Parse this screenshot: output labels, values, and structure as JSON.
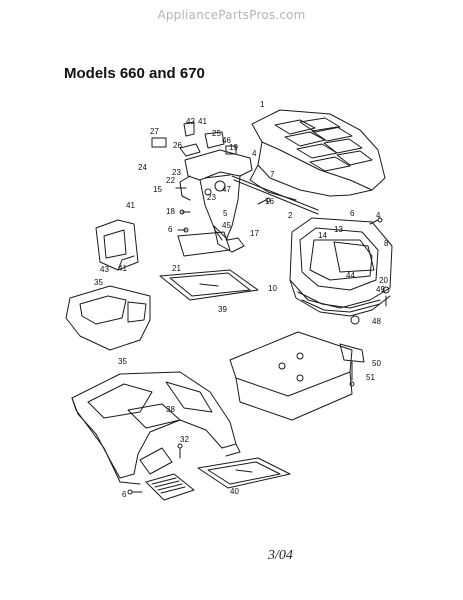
{
  "watermark": "AppliancePartsPros.com",
  "title": "Models 660 and 670",
  "date_code": "3/04",
  "callouts": [
    "1",
    "2",
    "4",
    "4",
    "5",
    "6",
    "6",
    "6",
    "7",
    "8",
    "10",
    "13",
    "14",
    "15",
    "16",
    "17",
    "18",
    "19",
    "20",
    "21",
    "22",
    "23",
    "23",
    "24",
    "25",
    "26",
    "27",
    "32",
    "35",
    "35",
    "38",
    "39",
    "40",
    "41",
    "41",
    "41",
    "42",
    "43",
    "44",
    "45",
    "46",
    "47",
    "48",
    "49",
    "50",
    "51"
  ],
  "colors": {
    "ink": "#1a1a1a",
    "watermark": "#b5b5b5",
    "background": "#ffffff"
  }
}
